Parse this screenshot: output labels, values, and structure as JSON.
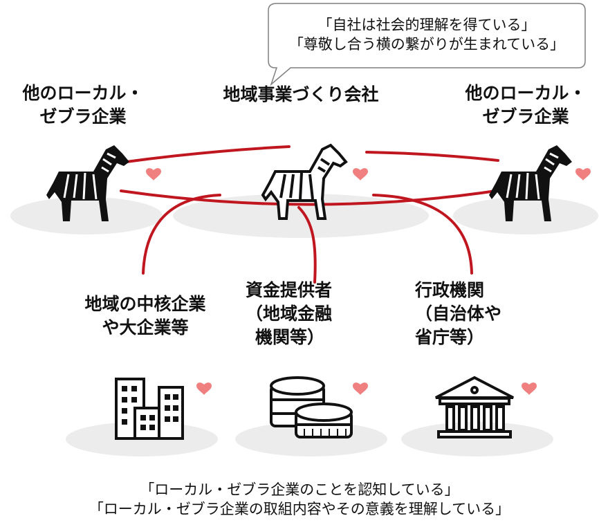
{
  "speech_bubble": {
    "line1": "「自社は社会的理解を得ている」",
    "line2": "「尊敬し合う横の繋がりが生まれている」"
  },
  "nodes": {
    "left_zebra": {
      "line1": "他のローカル・",
      "line2": "ゼブラ企業"
    },
    "center_zebra": {
      "line1": "地域事業づくり会社"
    },
    "right_zebra": {
      "line1": "他のローカル・",
      "line2": "ゼブラ企業"
    },
    "core_companies": {
      "line1": "地域の中核企業",
      "line2": "や大企業等"
    },
    "funders": {
      "line1": "資金提供者",
      "line2": "（地域金融",
      "line3": "機関等）"
    },
    "government": {
      "line1": "行政機関",
      "line2": "（自治体や",
      "line3": "省庁等）"
    }
  },
  "bottom_caption": {
    "line1": "「ローカル・ゼブラ企業のことを認知している」",
    "line2": "「ローカル・ゼブラ企業の取組内容やその意義を理解している」"
  },
  "colors": {
    "connector": "#c0161f",
    "heart": "#f08080",
    "platform": "#ececec",
    "icon": "#111111"
  }
}
